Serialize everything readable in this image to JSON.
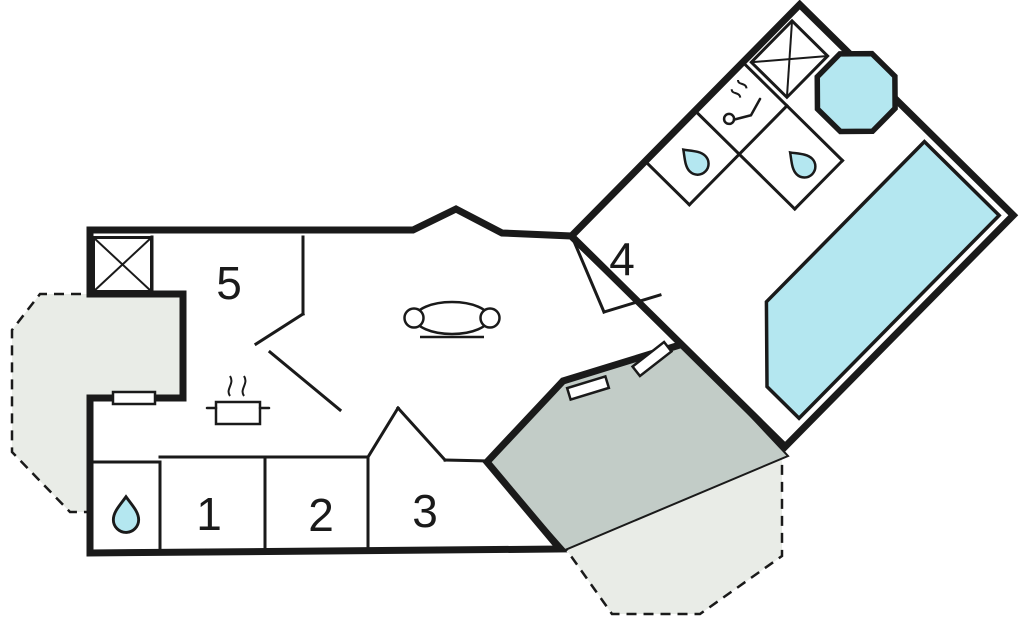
{
  "plan": {
    "room_labels": [
      "5",
      "1",
      "2",
      "3",
      "4"
    ],
    "icon_names": [
      "window-cross-icon",
      "sofa-icon",
      "stove-icon",
      "water-drop-icon",
      "sauna-icon",
      "hot-tub-icon",
      "pool",
      "door-marker"
    ],
    "colors": {
      "wall": "#1a1a1a",
      "water_fill": "#b4e7f0",
      "terrace_light_fill": "#e9ece7",
      "terrace_dark_fill": "#c2ccc7"
    }
  }
}
